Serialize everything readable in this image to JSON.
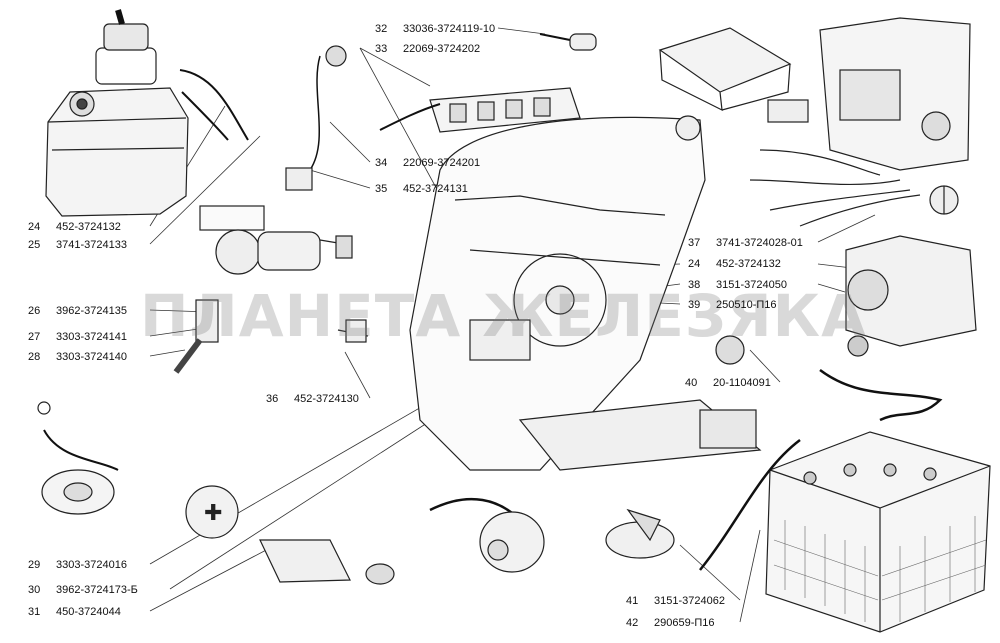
{
  "watermark": "ПЛАНЕТА ЖЕЛЕЗЯКА",
  "callouts": [
    {
      "num": "24",
      "part": "452-3724132"
    },
    {
      "num": "25",
      "part": "3741-3724133"
    },
    {
      "num": "26",
      "part": "3962-3724135"
    },
    {
      "num": "27",
      "part": "3303-3724141"
    },
    {
      "num": "28",
      "part": "3303-3724140"
    },
    {
      "num": "29",
      "part": "3303-3724016"
    },
    {
      "num": "30",
      "part": "3962-3724173-Б"
    },
    {
      "num": "31",
      "part": "450-3724044"
    },
    {
      "num": "32",
      "part": "33036-3724119-10"
    },
    {
      "num": "33",
      "part": "22069-3724202"
    },
    {
      "num": "34",
      "part": "22069-3724201"
    },
    {
      "num": "35",
      "part": "452-3724131"
    },
    {
      "num": "36",
      "part": "452-3724130"
    },
    {
      "num": "37",
      "part": "3741-3724028-01"
    },
    {
      "num": "24",
      "part": "452-3724132"
    },
    {
      "num": "38",
      "part": "3151-3724050"
    },
    {
      "num": "39",
      "part": "250510-П16"
    },
    {
      "num": "40",
      "part": "20-1104091"
    },
    {
      "num": "41",
      "part": "3151-3724062"
    },
    {
      "num": "42",
      "part": "290659-П16"
    }
  ]
}
